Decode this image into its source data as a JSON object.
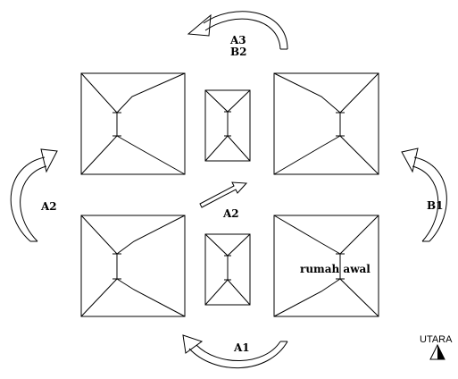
{
  "labels": {
    "top_line1": "A3",
    "top_line2": "B2",
    "left": "A2",
    "center": "A2",
    "right": "B1",
    "bottom": "A1",
    "house": "rumah awal",
    "north": "UTARA"
  },
  "icons": {
    "north_marker": "north-arrow-icon",
    "rotation_arrows": "curved-arrow-icon",
    "center_arrow": "straight-arrow-icon"
  }
}
